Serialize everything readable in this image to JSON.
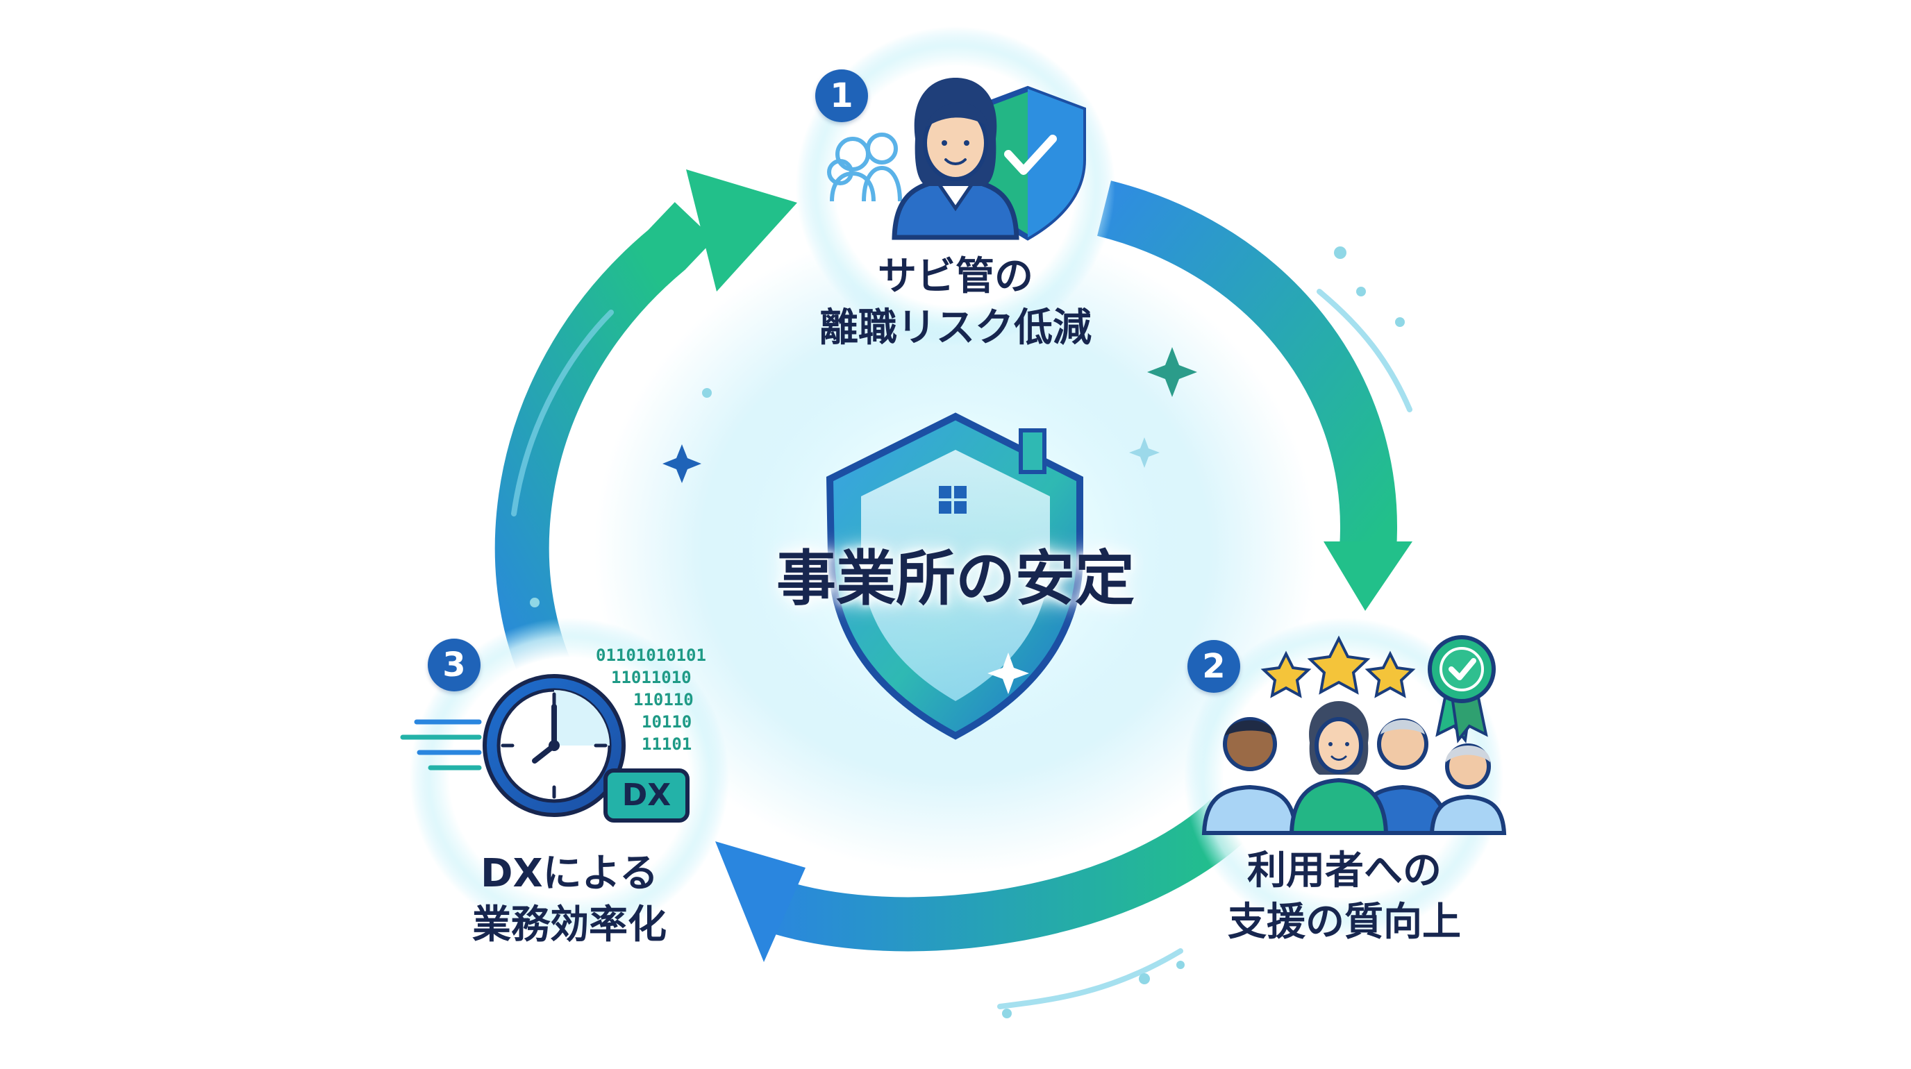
{
  "center": {
    "title": "事業所の安定"
  },
  "steps": [
    {
      "number": "1",
      "label_lines": [
        "サビ管の",
        "離職リスク低減"
      ],
      "icon": "staff-shield-icon"
    },
    {
      "number": "2",
      "label_lines": [
        "利用者への",
        "支援の質向上"
      ],
      "icon": "users-stars-badge-icon"
    },
    {
      "number": "3",
      "label_lines": [
        "DXによる",
        "業務効率化"
      ],
      "icon": "clock-dx-icon"
    }
  ],
  "dx_badge": "DX",
  "binary_lines": [
    "01101010101",
    "11011010",
    "110110",
    "10110",
    "11101"
  ],
  "colors": {
    "navy_text": "#17264f",
    "badge_blue": "#1f63b8",
    "arrow_blue": "#2f8de0",
    "arrow_green": "#22c08a",
    "glow": "#bfeefa"
  }
}
